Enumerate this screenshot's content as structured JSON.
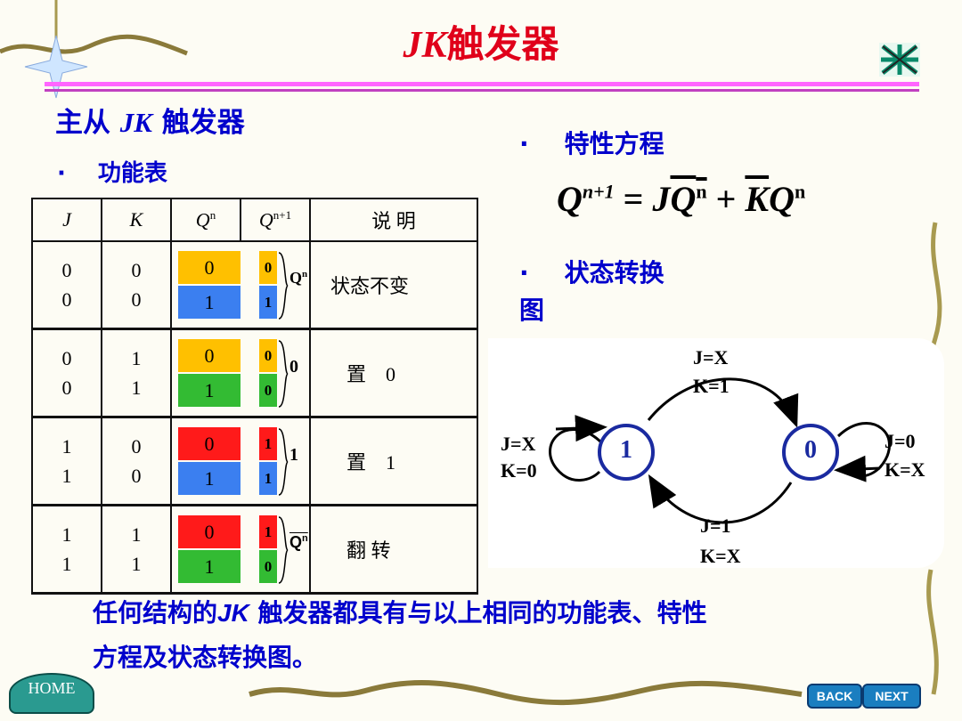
{
  "title": {
    "prefix": "JK",
    "rest": "触发器"
  },
  "section": {
    "heading_cn1": "主从",
    "heading_it": "JK",
    "heading_cn2": "触发器"
  },
  "bullets": {
    "dot": "·",
    "func_table": "功能表",
    "char_eq": "特性方程",
    "state_diagram_line1": "状态转换",
    "state_diagram_line2": "图"
  },
  "table": {
    "headers": [
      "J",
      "K",
      "Q",
      "Q",
      "说 明"
    ],
    "header_sups": [
      "n",
      "n+1"
    ],
    "groups": [
      {
        "J": [
          "0",
          "0"
        ],
        "K": [
          "0",
          "0"
        ],
        "qn": [
          "0",
          "1"
        ],
        "qn1": [
          "0",
          "1"
        ],
        "qn_colors": [
          "#ffc000",
          "#3b7ff0"
        ],
        "brace": "Q",
        "brace_sup": "n",
        "desc": "状态不变"
      },
      {
        "J": [
          "0",
          "0"
        ],
        "K": [
          "1",
          "1"
        ],
        "qn": [
          "0",
          "1"
        ],
        "qn1": [
          "0",
          "0"
        ],
        "qn_colors": [
          "#ffc000",
          "#33bb33"
        ],
        "brace": "0",
        "desc": "置　0"
      },
      {
        "J": [
          "1",
          "1"
        ],
        "K": [
          "0",
          "0"
        ],
        "qn": [
          "0",
          "1"
        ],
        "qn1": [
          "1",
          "1"
        ],
        "qn_colors": [
          "#ff1a1a",
          "#3b7ff0"
        ],
        "brace": "1",
        "desc": "置　1"
      },
      {
        "J": [
          "1",
          "1"
        ],
        "K": [
          "1",
          "1"
        ],
        "qn": [
          "0",
          "1"
        ],
        "qn1": [
          "1",
          "0"
        ],
        "qn_colors": [
          "#ff1a1a",
          "#33bb33"
        ],
        "brace": "Q",
        "brace_sup": "n",
        "desc": "翻 转"
      }
    ]
  },
  "equation": {
    "lhs": "Q",
    "lhs_sup": "n+1",
    "eq": "=",
    "j": "J",
    "q": "Q",
    "q_sup": "n",
    "plus": "+",
    "k": "K",
    "q2": "Q",
    "q2_sup": "n"
  },
  "diagram": {
    "state1": "1",
    "state0": "0",
    "top_label": [
      "J=X",
      "K=1"
    ],
    "bottom_label": [
      "J=1",
      "K=X"
    ],
    "left_label": [
      "J=X",
      "K=0"
    ],
    "right_label": [
      "J=0",
      "K=X"
    ]
  },
  "conclusion": {
    "line1_a": "任何结构的",
    "line1_it": "JK",
    "line1_b": " 触发器都具有与以上相同的功能表、特性",
    "line2": "方程及状态转换图。"
  },
  "nav": {
    "home": "HOME",
    "back": "BACK",
    "next": "NEXT"
  }
}
